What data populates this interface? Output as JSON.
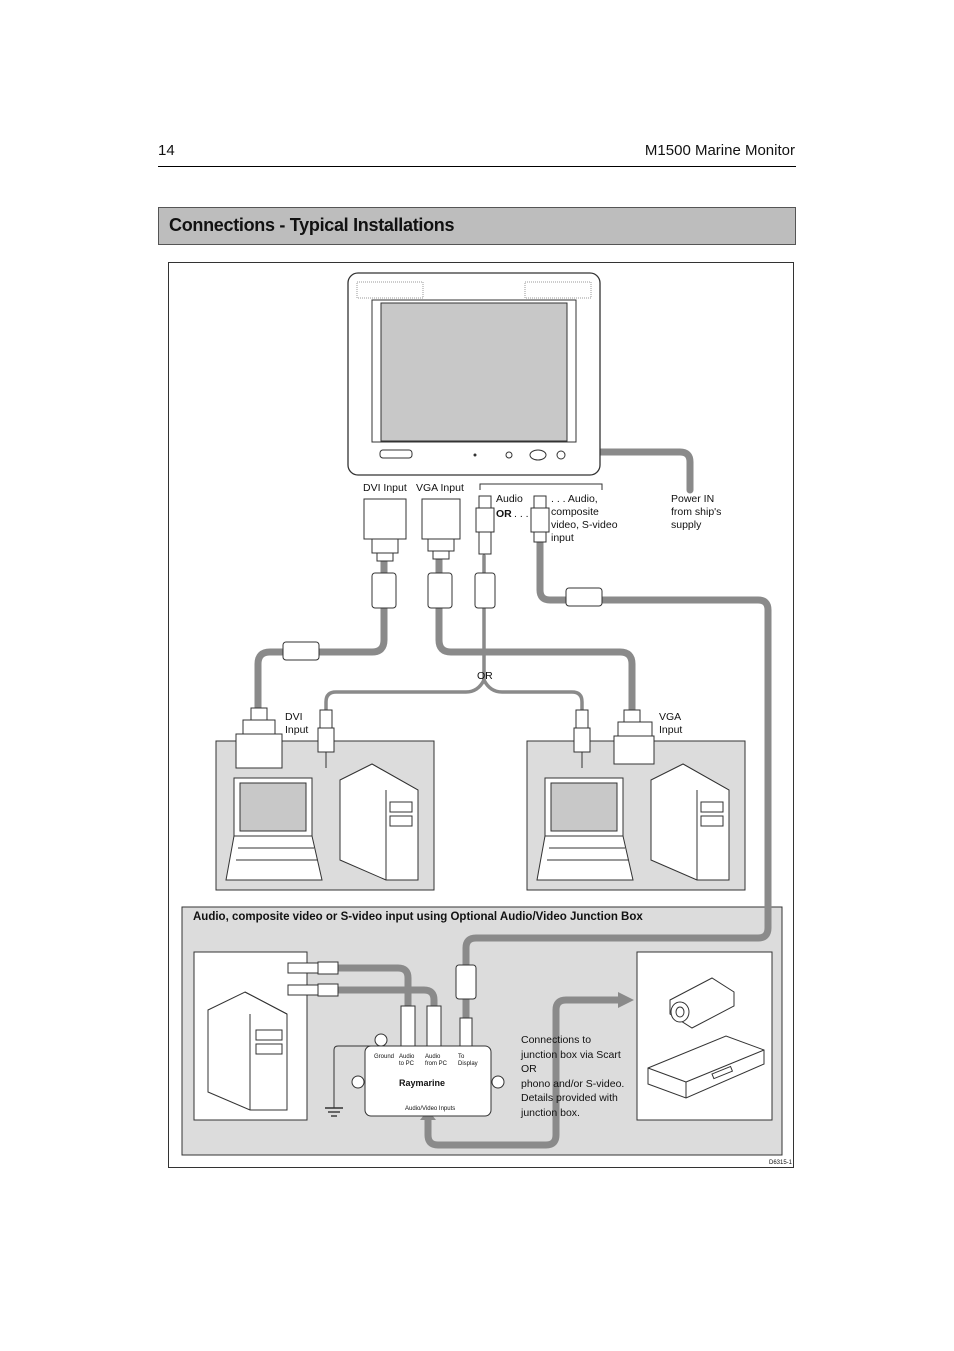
{
  "header": {
    "page_number": "14",
    "manual_title": "M1500 Marine Monitor"
  },
  "section": {
    "title": "Connections - Typical Installations"
  },
  "diagram": {
    "monitor_inputs": {
      "dvi": "DVI Input",
      "vga": "VGA Input",
      "audio": "Audio",
      "or_text": "OR",
      "or_dots": ". . .",
      "av_input": ". . . Audio,\ncomposite\nvideo, S-video\n input",
      "power": "Power IN\nfrom ship's\nsupply"
    },
    "or_label": "OR",
    "left_pc": {
      "dvi_label": "DVI\nInput"
    },
    "right_pc": {
      "vga_label": "VGA\nInput"
    },
    "junction_box": {
      "title": "Audio, composite video or S-video input using Optional Audio/Video Junction Box",
      "ports": {
        "ground": "Ground",
        "audio_to_pc": "Audio\nto PC",
        "audio_from_pc": "Audio\nfrom PC",
        "to_display": "To\nDisplay"
      },
      "brand": "Raymarine",
      "footer": "Audio/Video Inputs",
      "note": "Connections to\njunction box via Scart\nOR\nphono and/or S-video.\nDetails provided with\njunction box."
    },
    "figure_id": "D6315-1"
  }
}
